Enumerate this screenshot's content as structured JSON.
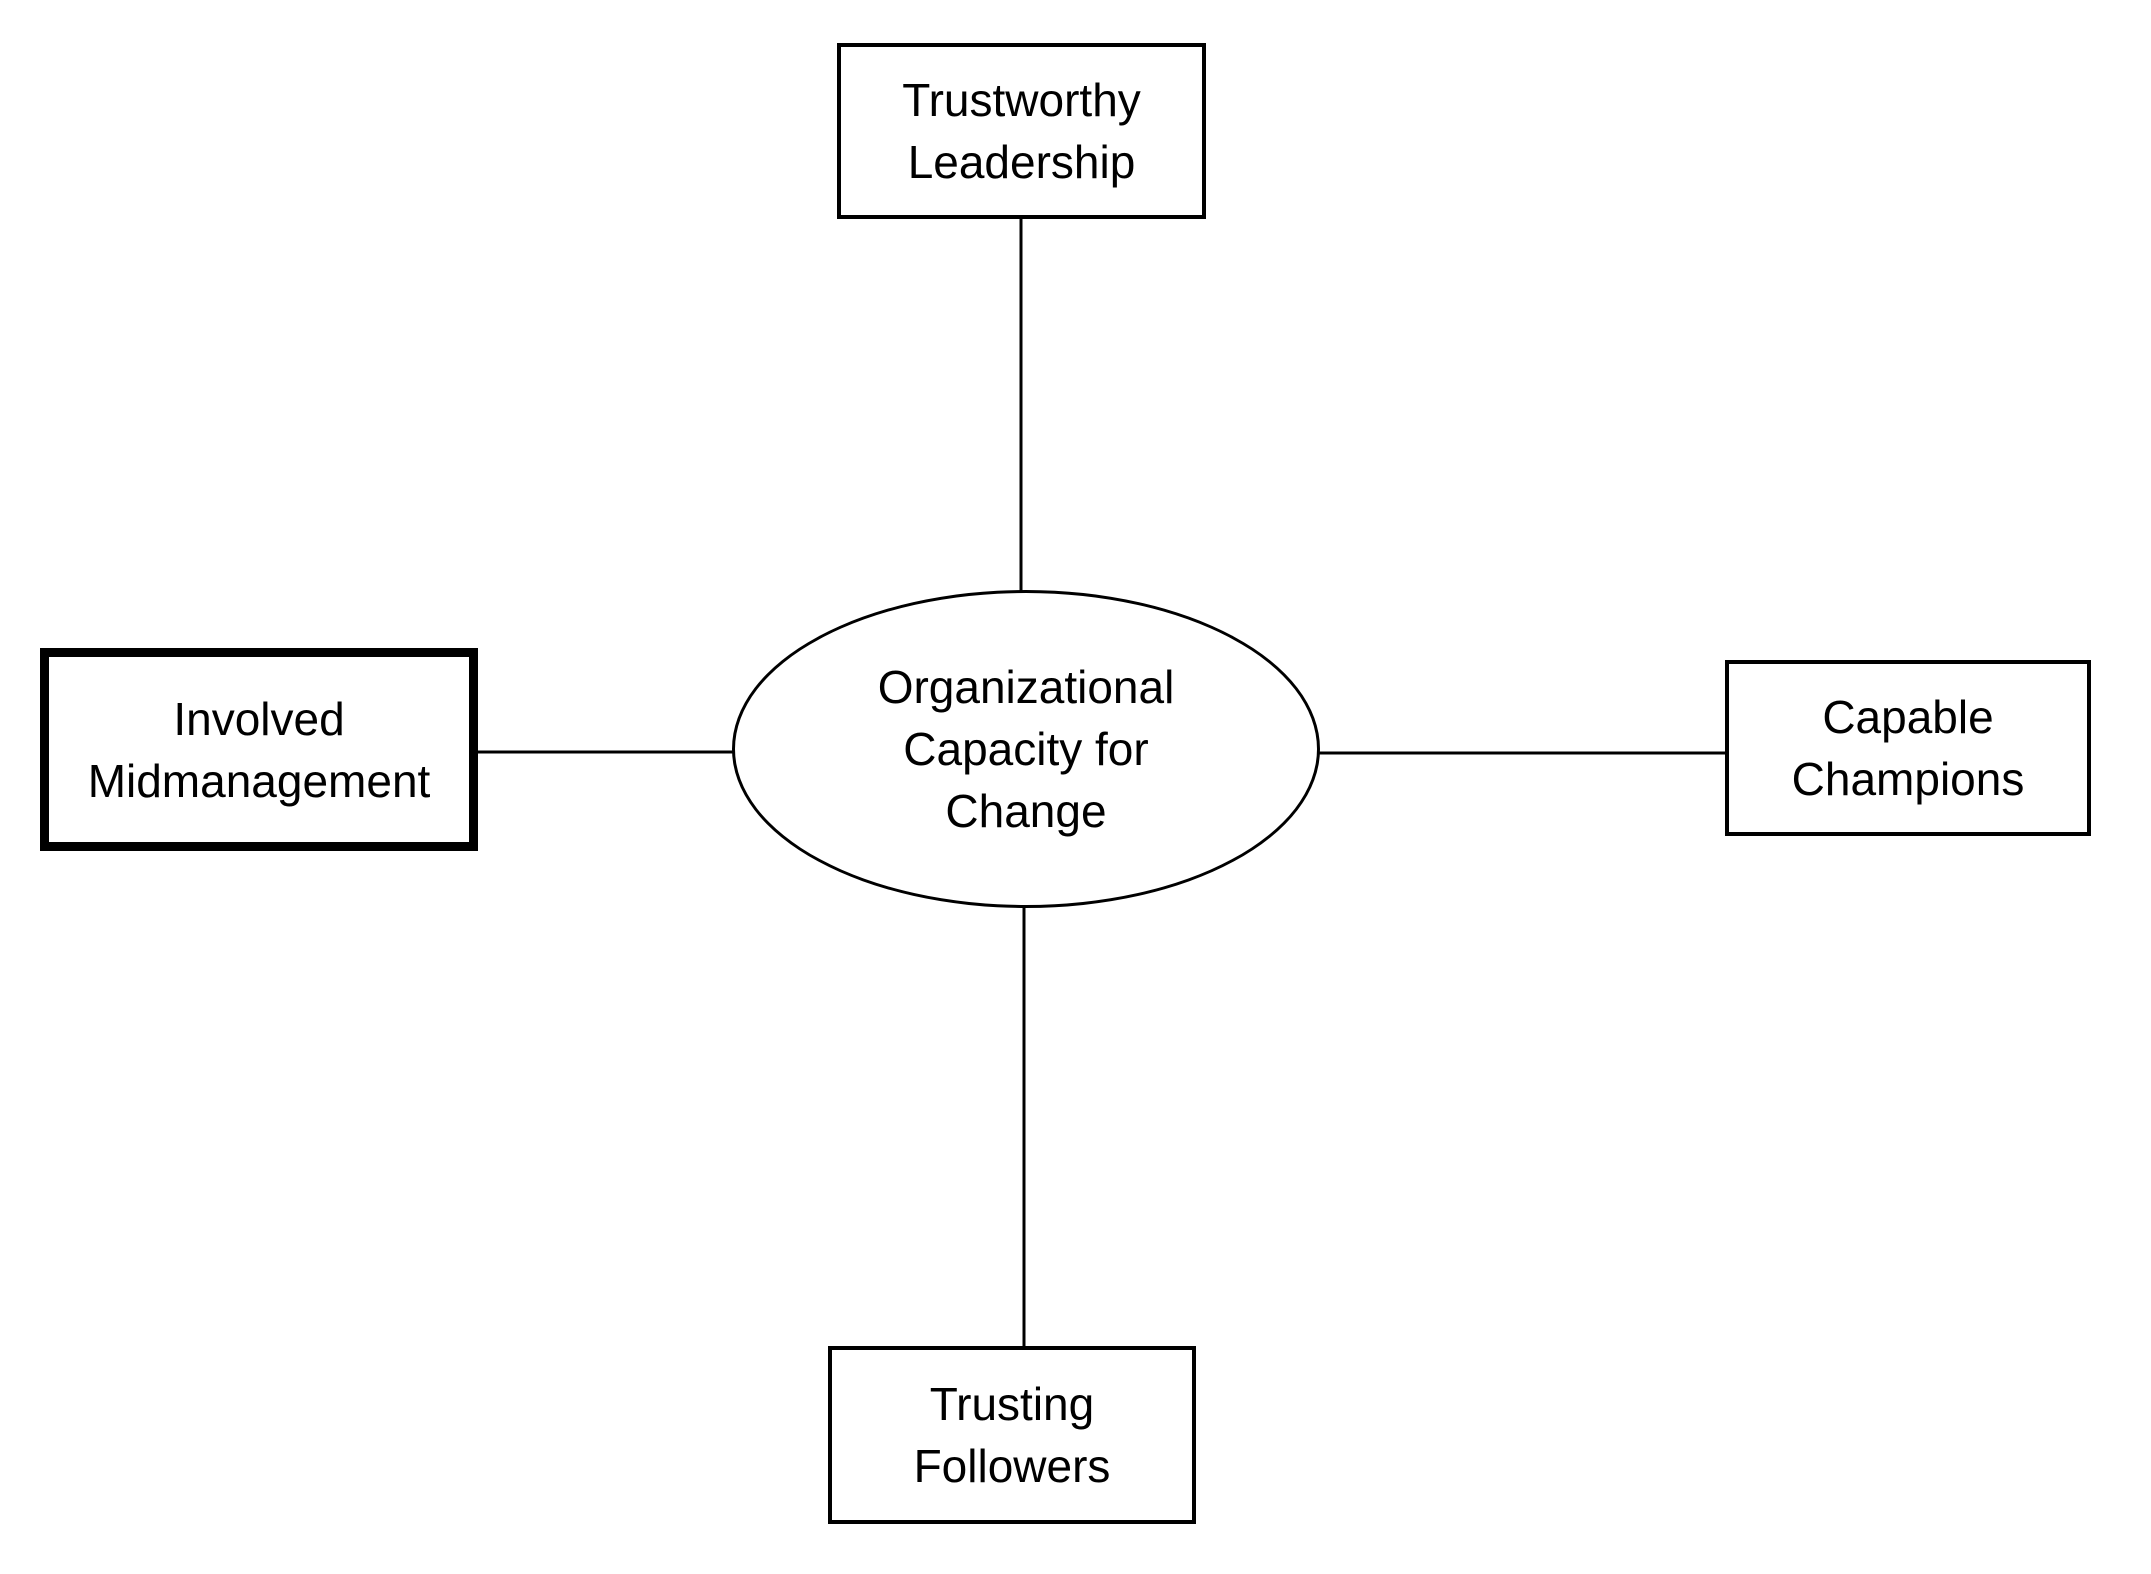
{
  "colors": {
    "ink": "#000000",
    "background": "#ffffff"
  },
  "diagram": {
    "center": {
      "label": "Organizational Capacity for Change",
      "lines": [
        "Organizational",
        "Capacity for",
        "Change"
      ]
    },
    "nodes": [
      {
        "id": "trustworthy-leadership",
        "position": "top",
        "label": "Trustworthy Leadership",
        "lines": [
          "Trustworthy",
          "Leadership"
        ],
        "border": "normal"
      },
      {
        "id": "involved-midmanagement",
        "position": "left",
        "label": "Involved Midmanagement",
        "lines": [
          "Involved",
          "Midmanagement"
        ],
        "border": "thick"
      },
      {
        "id": "capable-champions",
        "position": "right",
        "label": "Capable Champions",
        "lines": [
          "Capable",
          "Champions"
        ],
        "border": "normal"
      },
      {
        "id": "trusting-followers",
        "position": "bottom",
        "label": "Trusting Followers",
        "lines": [
          "Trusting",
          "Followers"
        ],
        "border": "normal"
      }
    ]
  }
}
